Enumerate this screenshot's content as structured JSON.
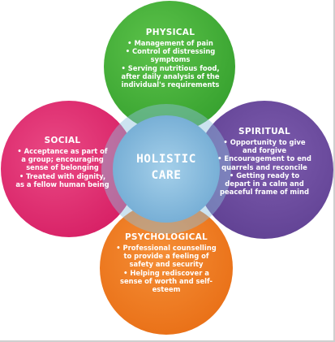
{
  "center": {
    "line1": "HOLISTIC",
    "line2": "CARE",
    "color": "#8fc1de"
  },
  "physical": {
    "title": "PHYSICAL",
    "color": "#3fae36",
    "items": [
      "Management of pain",
      "Control of distressing symptoms",
      "Serving nutritious food, after daily analysis of the individual's requirements"
    ]
  },
  "social": {
    "title": "SOCIAL",
    "color": "#e0296d",
    "items": [
      "Acceptance as part of a group; encouraging sense of belonging",
      "Treated with dignity, as a fellow human being"
    ]
  },
  "spiritual": {
    "title": "SPIRITUAL",
    "color": "#6c4a9e",
    "items": [
      "Opportunity to give and forgive",
      "Encouragement to end quarrels and reconcile",
      "Getting ready to depart in a calm and peaceful frame of mind"
    ]
  },
  "psychological": {
    "title": "PSYCHOLOGICAL",
    "color": "#ef7b20",
    "items": [
      "Professional counselling to provide a feeling of safety and security",
      "Helping rediscover a sense of worth and self-esteem"
    ]
  }
}
